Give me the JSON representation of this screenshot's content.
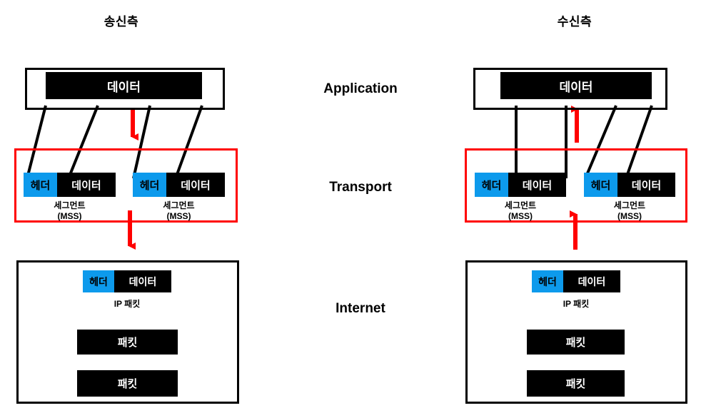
{
  "diagram": {
    "title_sender": "송신측",
    "title_receiver": "수신측",
    "layers": [
      {
        "key": "application",
        "label": "Application"
      },
      {
        "key": "transport",
        "label": "Transport"
      },
      {
        "key": "internet",
        "label": "Internet"
      }
    ],
    "colors": {
      "header_blue": "#0d9aec",
      "data_black": "#000000",
      "arrow_red": "#ff0000",
      "transport_border_red": "#ff0000",
      "box_border_black": "#000000",
      "background": "#ffffff"
    },
    "labels": {
      "data": "데이터",
      "header": "헤더",
      "segment_line1": "세그먼트",
      "segment_line2": "(MSS)",
      "ip_packet": "IP 패킷",
      "packet": "패킷"
    },
    "sender": {
      "application": {
        "data_block": "데이터"
      },
      "transport": {
        "segments": [
          {
            "header": "헤더",
            "data": "데이터",
            "caption": "세그먼트\n(MSS)"
          },
          {
            "header": "헤더",
            "data": "데이터",
            "caption": "세그먼트\n(MSS)"
          }
        ]
      },
      "internet": {
        "ip_packet": {
          "header": "헤더",
          "data": "데이터",
          "caption": "IP 패킷"
        },
        "packets": [
          "패킷",
          "패킷"
        ]
      },
      "flow_direction": "down"
    },
    "receiver": {
      "application": {
        "data_block": "데이터"
      },
      "transport": {
        "segments": [
          {
            "header": "헤더",
            "data": "데이터",
            "caption": "세그먼트\n(MSS)"
          },
          {
            "header": "헤더",
            "data": "데이터",
            "caption": "세그먼트\n(MSS)"
          }
        ]
      },
      "internet": {
        "ip_packet": {
          "header": "헤더",
          "data": "데이터",
          "caption": "IP 패킷"
        },
        "packets": [
          "패킷",
          "패킷"
        ]
      },
      "flow_direction": "up"
    }
  }
}
